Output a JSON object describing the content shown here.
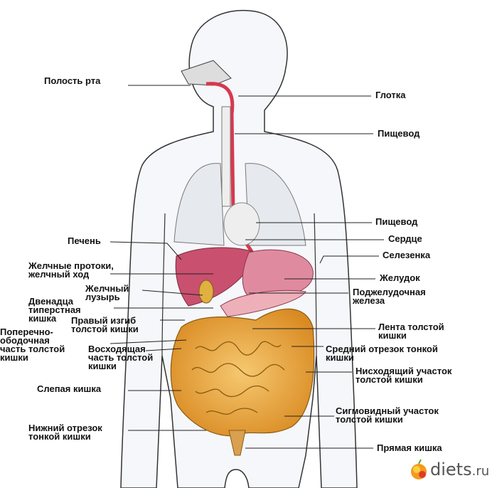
{
  "labels": {
    "mouth": "Полость рта",
    "pharynx": "Глотка",
    "esophagus_top": "Пищевод",
    "esophagus_mid": "Пищевод",
    "heart": "Сердце",
    "spleen": "Селезенка",
    "stomach": "Желудок",
    "pancreas": "Поджелудочная\nжелеза",
    "liver": "Печень",
    "bile_ducts": "Желчные протоки,\nжелчный ход",
    "gallbladder": "Желчный\nлузырь",
    "duodenum": "Двенадца\nтиперстная\nкишка",
    "hepatic_flexure": "Правый изгиб\nтолстой кишки",
    "transverse_colon": "Поперечно-\nободочная\nчасть толстой\nкишки",
    "ascending_colon": "Восходящая\nчасть толстой\nкишки",
    "taenia_coli": "Лента толстой\nкишки",
    "jejunum": "Средний отрезок тонкой\nкишки",
    "descending_colon": "Нисходящий участок\nтолстой кишки",
    "cecum": "Слепая кишка",
    "sigmoid_colon": "Сигмовидный участок\nтолстой кишки",
    "ileum": "Нижний отрезок\nтонкой кишки",
    "rectum": "Прямая кишка"
  },
  "logo": {
    "name": "diets",
    "tld": ".ru"
  },
  "colors": {
    "intestine": "#e8a63a",
    "stomach": "#d9738a",
    "esophagus": "#d8384f",
    "outline": "#333333"
  }
}
